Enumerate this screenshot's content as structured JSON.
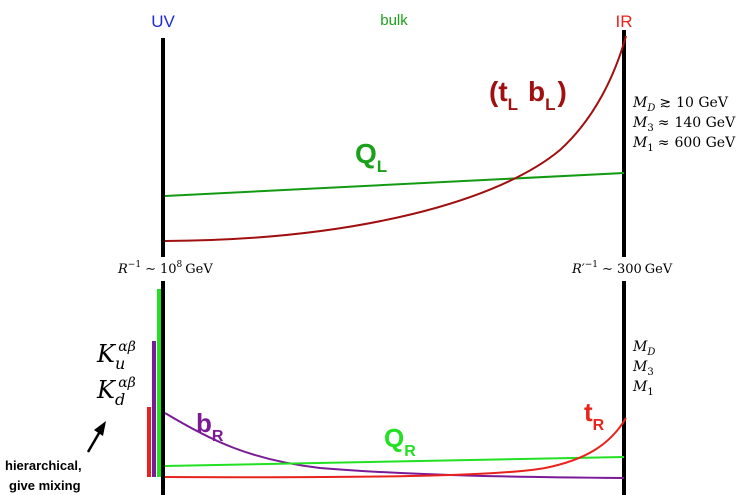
{
  "top_labels": {
    "uv": "UV",
    "bulk": "bulk",
    "ir": "IR"
  },
  "upper_panel": {
    "tl_bl": {
      "open": "(",
      "t": "t",
      "t_sub": "L",
      "b": "b",
      "b_sub": "L",
      "close": ")"
    },
    "ql": {
      "main": "Q",
      "sub": "L"
    },
    "masses": [
      {
        "sym": "M",
        "sub": "D",
        "rel": "≳",
        "val": "10 GeV"
      },
      {
        "sym": "M",
        "sub": "3",
        "rel": "≈",
        "val": "140 GeV"
      },
      {
        "sym": "M",
        "sub": "1",
        "rel": "≈",
        "val": "600 GeV"
      }
    ]
  },
  "scale_labels": {
    "uv": {
      "base": "R",
      "sup": "−1",
      "rel": "∼",
      "num": "10",
      "exp": "8",
      "unit": "GeV"
    },
    "ir": {
      "base": "R′",
      "sup": "−1",
      "rel": "∼",
      "num": "300",
      "unit": "GeV"
    }
  },
  "lower_panel": {
    "ku": {
      "main": "K",
      "sub": "u",
      "sup": "αβ"
    },
    "kd": {
      "main": "K",
      "sub": "d",
      "sup": "αβ"
    },
    "br": {
      "main": "b",
      "sub": "R"
    },
    "qr": {
      "main": "Q",
      "sub": "R"
    },
    "tr": {
      "main": "t",
      "sub": "R"
    },
    "masses": [
      {
        "sym": "M",
        "sub": "D"
      },
      {
        "sym": "M",
        "sub": "3"
      },
      {
        "sym": "M",
        "sub": "1"
      }
    ],
    "note_line1": "hierarchical,",
    "note_line2": "give mixing"
  },
  "colors": {
    "uv": "#1f2bd6",
    "bulk": "#1aa01a",
    "ir": "#e8231c",
    "dark_red": "#a01010",
    "green_dark": "#129a12",
    "green_bright": "#22e022",
    "purple": "#7b1a96",
    "red": "#e8231c",
    "black": "#000000"
  }
}
